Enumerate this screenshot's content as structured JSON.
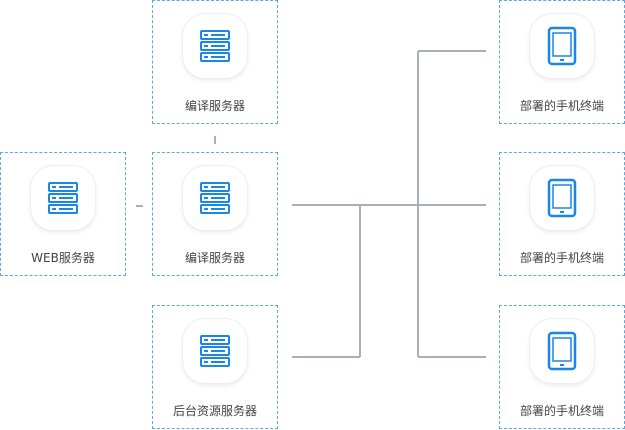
{
  "colors": {
    "accent": "#1a86e6",
    "node_border": "#5aa9e6",
    "connector": "#a6b0ba",
    "label": "#444444"
  },
  "nodes": {
    "web_server": {
      "label": "WEB服务器",
      "icon": "server-icon"
    },
    "compile_server_top": {
      "label": "编译服务器",
      "icon": "server-icon"
    },
    "compile_server_main": {
      "label": "编译服务器",
      "icon": "server-icon"
    },
    "backend_server": {
      "label": "后台资源服务器",
      "icon": "server-icon"
    },
    "device_top": {
      "label": "部署的手机终端",
      "icon": "tablet-icon"
    },
    "device_middle": {
      "label": "部署的手机终端",
      "icon": "tablet-icon"
    },
    "device_bottom": {
      "label": "部署的手机终端",
      "icon": "tablet-icon"
    }
  }
}
